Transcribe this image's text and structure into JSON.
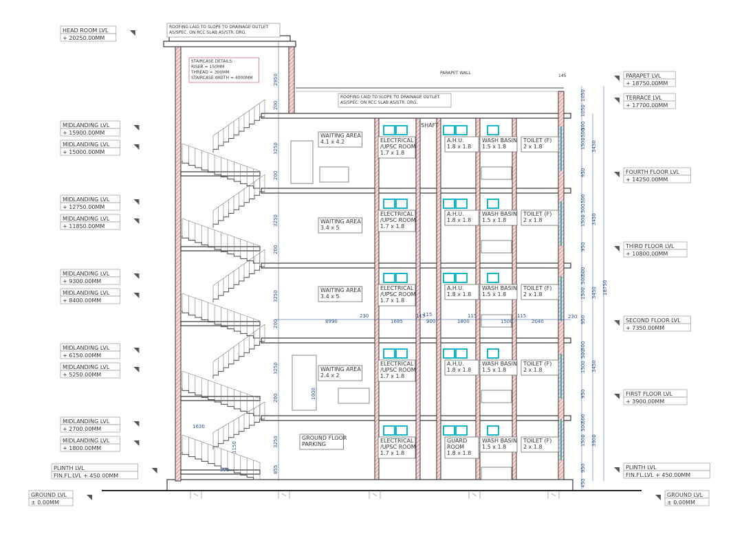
{
  "level_tags": {
    "left": [
      {
        "title": "HEAD ROOM LVL",
        "value": "+ 20250.00MM"
      },
      {
        "title": "MIDLANDING LVL",
        "value": "+ 15900.00MM"
      },
      {
        "title": "MIDLANDING LVL",
        "value": "+ 15000.00MM"
      },
      {
        "title": "MIDLANDING LVL",
        "value": "+ 12750.00MM"
      },
      {
        "title": "MIDLANDING LVL",
        "value": "+ 11850.00MM"
      },
      {
        "title": "MIDLANDING LVL",
        "value": "+ 9300.00MM"
      },
      {
        "title": "MIDLANDING LVL",
        "value": "+ 8400.00MM"
      },
      {
        "title": "MIDLANDING LVL",
        "value": "+ 6150.00MM"
      },
      {
        "title": "MIDLANDING LVL",
        "value": "+ 5250.00MM"
      },
      {
        "title": "MIDLANDING LVL",
        "value": "+ 2700.00MM"
      },
      {
        "title": "MIDLANDING LVL",
        "value": "+ 1800.00MM"
      },
      {
        "title": "PLINTH LVL",
        "value": "FIN.FL.LVL + 450.00MM"
      },
      {
        "title": "GROUND LVL",
        "value": "± 0.00MM"
      }
    ],
    "right": [
      {
        "title": "PARAPET LVL",
        "value": "+ 18750.00MM"
      },
      {
        "title": "TERRACE LVL",
        "value": "+ 17700.00MM"
      },
      {
        "title": "FOURTH FLOOR LVL",
        "value": "+ 14250.00MM"
      },
      {
        "title": "THIRD FLOOR LVL",
        "value": "+ 10800.00MM"
      },
      {
        "title": "SECOND FLOOR LVL",
        "value": "+ 7350.00MM"
      },
      {
        "title": "FIRST FLOOR LVL",
        "value": "+ 3900.00MM"
      },
      {
        "title": "PLINTH LVL",
        "value": "FIN.FL.LVL + 450.00MM"
      },
      {
        "title": "GROUND LVL",
        "value": "± 0.00MM"
      }
    ]
  },
  "notes": {
    "roof_top": [
      "ROOFING LAID TO SLOPE TO DRAINAGE OUTLET",
      "AS/SPEC. ON RCC SLAB AS/STR. DRG."
    ],
    "roof_terrace": [
      "ROOFING LAID TO SLOPE TO DRAINAGE OUTLET",
      "AS/SPEC. ON RCC SLAB AS/STR. DRG."
    ],
    "staircase": [
      "STAIRCASE DETAILS:",
      "RISER = 150MM",
      "THREAD = 300MM",
      "STAIRCASE WIDTH = 4000MM"
    ],
    "parapet_wall": "PARAPET WALL",
    "shaft": "SHAFT"
  },
  "rooms": {
    "floor4": {
      "waiting": [
        "WAITING AREA",
        "4.1 x 4.2"
      ],
      "electrical": [
        "ELECTRICAL",
        "/UPSC ROOM",
        "1.7 x 1.8"
      ],
      "ahu": [
        "A.H.U.",
        "1.8 x 1.8"
      ],
      "wash": [
        "WASH BASIN",
        "1.5 x 1.8"
      ],
      "toilet": [
        "TOILET (F)",
        "2 x 1.8"
      ]
    },
    "floor3": {
      "waiting": [
        "WAITING AREA",
        "3.4 x 5"
      ],
      "electrical": [
        "ELECTRICAL",
        "/UPSC ROOM",
        "1.7 x 1.8"
      ],
      "ahu": [
        "A.H.U.",
        "1.8 x 1.8"
      ],
      "wash": [
        "WASH BASIN",
        "1.5 x 1.8"
      ],
      "toilet": [
        "TOILET (F)",
        "2 x 1.8"
      ]
    },
    "floor2": {
      "waiting": [
        "WAITING AREA",
        "3.4 x 5"
      ],
      "electrical": [
        "ELECTRICAL",
        "/UPSC ROOM",
        "1.7 x 1.8"
      ],
      "ahu": [
        "A.H.U.",
        "1.8 x 1.8"
      ],
      "wash": [
        "WASH BASIN",
        "1.5 x 1.8"
      ],
      "toilet": [
        "TOILET (F)",
        "2 x 1.8"
      ]
    },
    "floor1": {
      "waiting": [
        "WAITING AREA",
        "2.4 x 2"
      ],
      "electrical": [
        "ELECTRICAL",
        "/UPSC ROOM",
        "1.7 x 1.8"
      ],
      "ahu": [
        "A.H.U.",
        "1.8 x 1.8"
      ],
      "wash": [
        "WASH BASIN",
        "1.5 x 1.8"
      ],
      "toilet": [
        "TOILET (F)",
        "2 x 1.8"
      ]
    },
    "ground": {
      "parking": [
        "GROUND FLOOR",
        "PARKING"
      ],
      "electrical": [
        "ELECTRICAL",
        "/UPSC ROOM",
        "1.7 x 1.8"
      ],
      "guard": [
        "GUARD",
        "ROOM",
        "1.8 x 1.8"
      ],
      "wash": [
        "WASH BASIN",
        "1.5 x 1.8"
      ],
      "toilet": [
        "TOILET (F)",
        "2 x 1.8"
      ]
    }
  },
  "dims": {
    "horizontal": [
      "8990",
      "230",
      "1685",
      "115",
      "900",
      "115",
      "1800",
      "115",
      "1500",
      "115",
      "2040",
      "230"
    ],
    "left_vertical": [
      "2950",
      "200",
      "3250",
      "200",
      "3250",
      "200",
      "3250",
      "200",
      "3250",
      "200",
      "3250",
      "855"
    ],
    "right_vertical": [
      "1050",
      "1050",
      "500",
      "500",
      "1500",
      "950",
      "500",
      "500",
      "1500",
      "950",
      "500",
      "500",
      "1500",
      "950",
      "500",
      "500",
      "1500",
      "950",
      "500",
      "500",
      "1500",
      "950",
      "450"
    ],
    "right_totals": [
      "3430",
      "3450",
      "3450",
      "3450",
      "3900"
    ],
    "overall": "18750",
    "misc": [
      "145",
      "1630",
      "1150",
      "300",
      "1000"
    ]
  }
}
